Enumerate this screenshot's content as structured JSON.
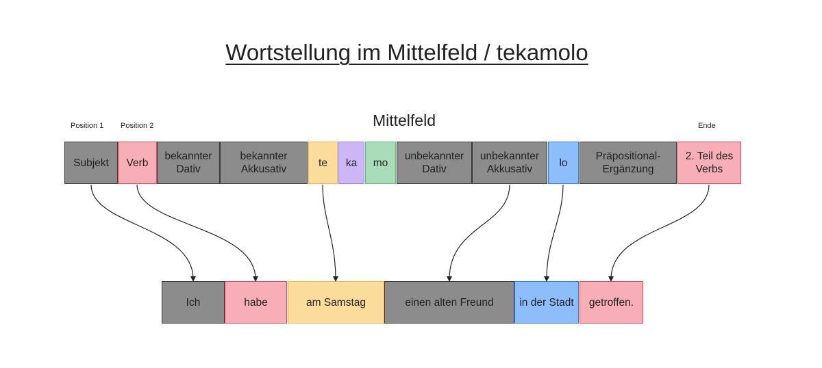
{
  "title": "Wortstellung im Mittelfeld / tekamolo",
  "labels": {
    "position1": "Position 1",
    "position2": "Position 2",
    "mittelfeld": "Mittelfeld",
    "ende": "Ende"
  },
  "top_row": [
    {
      "id": "subjekt",
      "label": "Subjekt",
      "color": "gray"
    },
    {
      "id": "verb",
      "label": "Verb",
      "color": "pink"
    },
    {
      "id": "bekannter-dativ",
      "label": "bekannter\nDativ",
      "color": "gray"
    },
    {
      "id": "bekannter-akkusativ",
      "label": "bekannter\nAkkusativ",
      "color": "gray"
    },
    {
      "id": "te",
      "label": "te",
      "color": "yellow"
    },
    {
      "id": "ka",
      "label": "ka",
      "color": "purple"
    },
    {
      "id": "mo",
      "label": "mo",
      "color": "green"
    },
    {
      "id": "unbekannter-dativ",
      "label": "unbekannter\nDativ",
      "color": "gray"
    },
    {
      "id": "unbekannter-akkusativ",
      "label": "unbekannter\nAkkusativ",
      "color": "gray"
    },
    {
      "id": "lo",
      "label": "lo",
      "color": "blue"
    },
    {
      "id": "praepositional-ergaenzung",
      "label": "Präpositional-\nErgänzung",
      "color": "gray"
    },
    {
      "id": "verb-teil-2",
      "label": "2. Teil des\nVerbs",
      "color": "pink"
    }
  ],
  "bottom_row": [
    {
      "id": "ich",
      "label": "Ich",
      "color": "gray"
    },
    {
      "id": "habe",
      "label": "habe",
      "color": "pink"
    },
    {
      "id": "am-samstag",
      "label": "am Samstag",
      "color": "yellow"
    },
    {
      "id": "einen-alten-freund",
      "label": "einen alten Freund",
      "color": "gray"
    },
    {
      "id": "in-der-stadt",
      "label": "in der Stadt",
      "color": "blue"
    },
    {
      "id": "getroffen",
      "label": "getroffen.",
      "color": "pink"
    }
  ],
  "connections": [
    {
      "from": "subjekt",
      "to": "ich"
    },
    {
      "from": "verb",
      "to": "habe"
    },
    {
      "from": "te",
      "to": "am-samstag"
    },
    {
      "from": "unbekannter-akkusativ",
      "to": "einen-alten-freund"
    },
    {
      "from": "lo",
      "to": "in-der-stadt"
    },
    {
      "from": "verb-teil-2",
      "to": "getroffen"
    }
  ],
  "colors": {
    "gray": "#8c8c8c",
    "pink": "#f7aeb6",
    "yellow": "#fbdc9a",
    "purple": "#cdb6f5",
    "green": "#a9ddb9",
    "blue": "#8ebdfb",
    "arrow": "#222222"
  }
}
